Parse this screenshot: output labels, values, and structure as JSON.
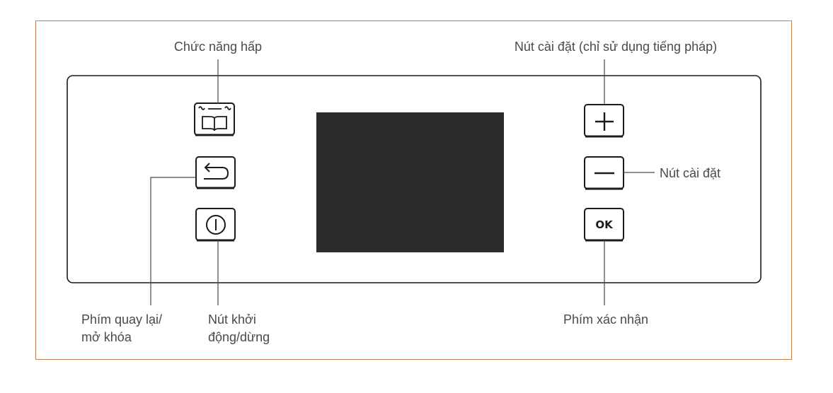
{
  "labels": {
    "steam_function": "Chức năng hấp",
    "settings_button_french": "Nút cài đặt (chỉ sử dụng tiếng pháp)",
    "settings_button": "Nút cài đặt",
    "back_unlock_line1": "Phím quay lại/",
    "back_unlock_line2": "mở khóa",
    "start_stop_line1": "Nút khởi",
    "start_stop_line2": "động/dừng",
    "confirm_key": "Phím xác nhận"
  },
  "buttons": {
    "ok_label": "OK",
    "steam_icon": "book-steam-icon",
    "back_icon": "return-arrow-icon",
    "power_icon": "power-icon",
    "plus_icon": "plus-icon",
    "minus_icon": "minus-icon"
  },
  "colors": {
    "frame_border": "#c7804a",
    "display": "#2b2b2b",
    "stroke": "#1a1a1a",
    "label_text": "#4a4a4a"
  }
}
